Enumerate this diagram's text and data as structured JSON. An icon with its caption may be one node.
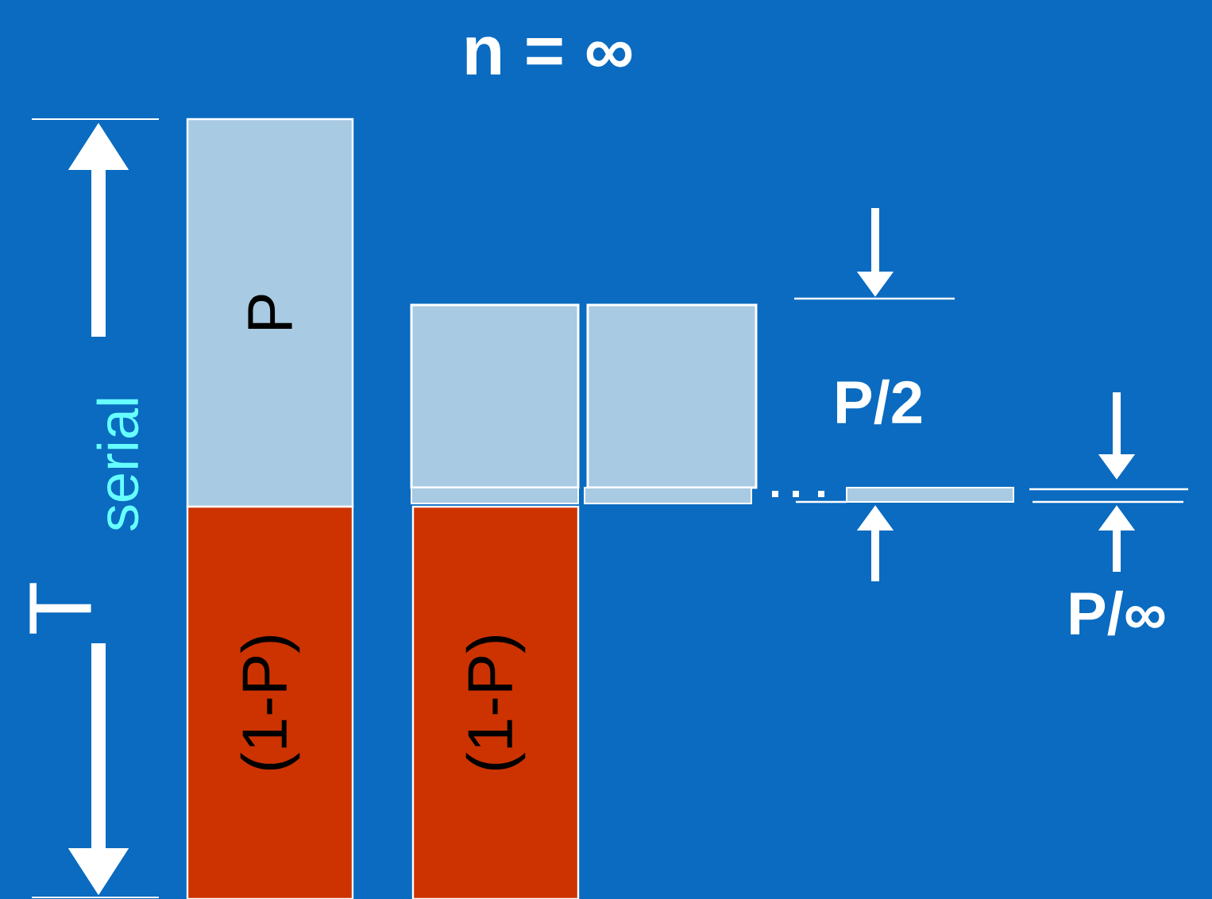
{
  "diagram": {
    "nodes": [
      {
        "text": [
          "P"
        ]
      },
      {
        "text": [
          "(1-P)"
        ]
      },
      {
        "text": [
          "(1-P)"
        ]
      },
      {
        "text": [],
        "shape": "box"
      },
      {
        "text": [],
        "shape": "box"
      },
      {
        "text": [],
        "shape": "bar"
      },
      {
        "text": [],
        "shape": "bar"
      },
      {
        "text": [],
        "shape": "bar"
      }
    ],
    "labels": [
      "n = ∞",
      "T",
      "serial",
      "P/2",
      "P/∞"
    ]
  }
}
